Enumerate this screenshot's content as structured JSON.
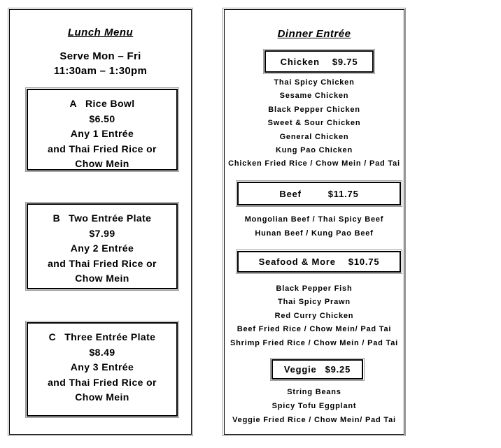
{
  "colors": {
    "background": "#ffffff",
    "text": "#000000",
    "border_inner": "#000000",
    "border_ring": "#9a9a9a"
  },
  "lunch_panel": {
    "title": "Lunch Menu",
    "serve_days": "Serve Mon – Fri",
    "serve_hours": "11:30am – 1:30pm",
    "combos": [
      {
        "id": "A",
        "name": "Rice Bowl",
        "price": "$6.50",
        "details": [
          "Any 1 Entrée",
          "and Thai Fried Rice or",
          "Chow Mein"
        ]
      },
      {
        "id": "B",
        "name": "Two Entrée Plate",
        "price": "$7.99",
        "details": [
          "Any 2 Entrée",
          "and Thai Fried Rice or",
          "Chow Mein"
        ]
      },
      {
        "id": "C",
        "name": "Three Entrée Plate",
        "price": "$8.49",
        "details": [
          "Any 3 Entrée",
          "and Thai Fried Rice or",
          "Chow Mein"
        ]
      }
    ]
  },
  "dinner_panel": {
    "title": "Dinner Entrée",
    "sections": [
      {
        "label": "Chicken",
        "price": "$9.75",
        "items": [
          "Thai Spicy Chicken",
          "Sesame Chicken",
          "Black Pepper Chicken",
          "Sweet & Sour Chicken",
          "General Chicken",
          "Kung Pao Chicken",
          "Chicken Fried Rice / Chow Mein / Pad Tai"
        ]
      },
      {
        "label": "Beef",
        "price": "$11.75",
        "items": [
          "Mongolian Beef / Thai Spicy Beef",
          "Hunan Beef / Kung Pao Beef"
        ]
      },
      {
        "label": "Seafood & More",
        "price": "$10.75",
        "items": [
          "Black Pepper Fish",
          "Thai Spicy Prawn",
          "Red Curry Chicken",
          "Beef Fried Rice / Chow Mein/ Pad Tai",
          "Shrimp Fried Rice / Chow Mein / Pad Tai"
        ]
      },
      {
        "label": "Veggie",
        "price": "$9.25",
        "items": [
          "String Beans",
          "Spicy Tofu Eggplant",
          "Veggie Fried Rice / Chow Mein/ Pad Tai"
        ]
      }
    ]
  }
}
